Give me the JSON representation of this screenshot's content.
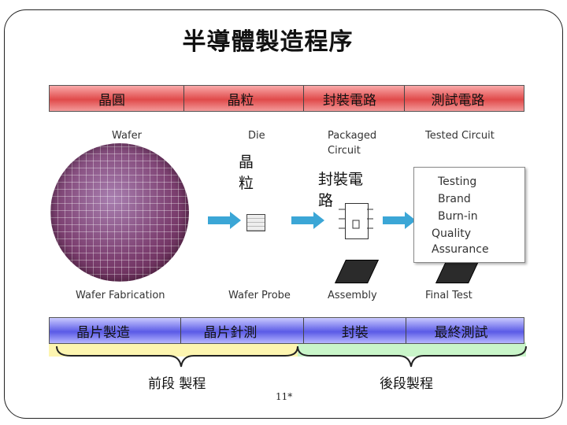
{
  "title": "半導體製造程序",
  "top_band": [
    "晶圓",
    "晶粒",
    "封裝電路",
    "測試電路"
  ],
  "bottom_band": [
    "晶片製造",
    "晶片針測",
    "封裝",
    "最終測試"
  ],
  "image_labels": {
    "wafer": "Wafer",
    "die": "Die",
    "packaged_line1": "Packaged",
    "packaged_line2": "Circuit",
    "tested": "Tested Circuit",
    "wafer_fabrication": "Wafer Fabrication",
    "wafer_probe": "Wafer Probe",
    "assembly": "Assembly",
    "final_test": "Final Test"
  },
  "test_items": [
    "Testing",
    "Brand",
    "Burn-in",
    "Quality",
    "Assurance"
  ],
  "overlay_labels": {
    "die_line1": "晶",
    "die_line2": "粒",
    "pkg_line1": "封裝電",
    "pkg_line2": "路"
  },
  "phases": {
    "front": "前段 製程",
    "back": "後段製程"
  },
  "colors": {
    "front_phase": "#fdf5b0",
    "back_phase": "#c9f5c9",
    "arrow": "#3ba6d6"
  },
  "page_number": "11*"
}
